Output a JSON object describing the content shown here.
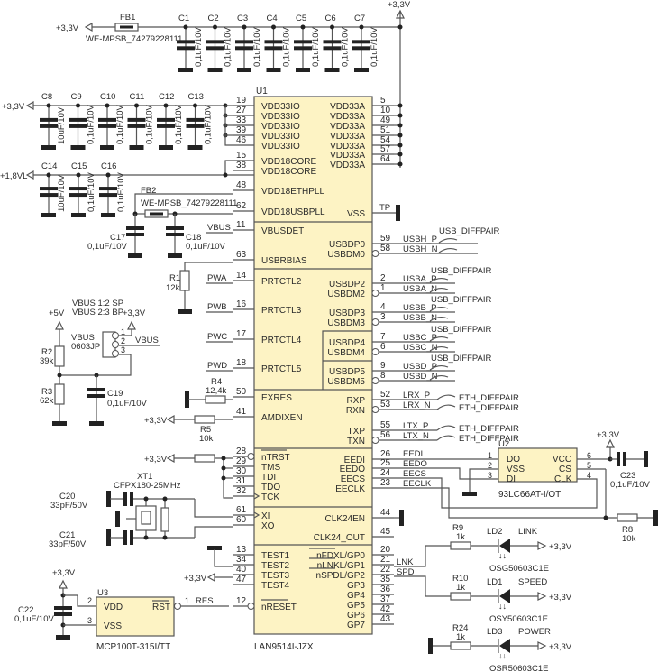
{
  "rails": {
    "v33": "+3,3V",
    "v18": "+1,8VL",
    "v5": "+5V"
  },
  "ferrites": {
    "fb1": {
      "ref": "FB1",
      "part": "WE-MPSB_74279228111"
    },
    "fb2": {
      "ref": "FB2",
      "part": "WE-MPSB_74279228111"
    }
  },
  "caps": {
    "top": [
      {
        "ref": "C1",
        "value": "0,1uF/10V"
      },
      {
        "ref": "C2",
        "value": "0,1uF/10V"
      },
      {
        "ref": "C3",
        "value": "0,1uF/10V"
      },
      {
        "ref": "C4",
        "value": "0,1uF/10V"
      },
      {
        "ref": "C5",
        "value": "0,1uF/10V"
      },
      {
        "ref": "C6",
        "value": "0,1uF/10V"
      },
      {
        "ref": "C7",
        "value": "0,1uF/10V"
      }
    ],
    "io": [
      {
        "ref": "C8",
        "value": "10uF/10V"
      },
      {
        "ref": "C9",
        "value": "0,1uF/10V"
      },
      {
        "ref": "C10",
        "value": "0,1uF/10V"
      },
      {
        "ref": "C11",
        "value": "0,1uF/10V"
      },
      {
        "ref": "C12",
        "value": "0,1uF/10V"
      },
      {
        "ref": "C13",
        "value": "0,1uF/10V"
      }
    ],
    "core": [
      {
        "ref": "C14",
        "value": "10uF/10V"
      },
      {
        "ref": "C15",
        "value": "0,1uF/10V"
      },
      {
        "ref": "C16",
        "value": "0,1uF/10V"
      }
    ],
    "c17": {
      "ref": "C17",
      "value": "0,1uF/10V"
    },
    "c18": {
      "ref": "C18",
      "value": "0,1uF/10V"
    },
    "c19": {
      "ref": "C19",
      "value": "0,1uF/10V"
    },
    "c20": {
      "ref": "C20",
      "value": "33pF/50V"
    },
    "c21": {
      "ref": "C21",
      "value": "33pF/50V"
    },
    "c22": {
      "ref": "C22",
      "value": "0,1uF/10V"
    },
    "c23": {
      "ref": "C23",
      "value": "0,1uF/10V"
    }
  },
  "resistors": {
    "r1": {
      "ref": "R1",
      "value": "12k"
    },
    "r2": {
      "ref": "R2",
      "value": "39k"
    },
    "r3": {
      "ref": "R3",
      "value": "62k"
    },
    "r4": {
      "ref": "R4",
      "value": "12,4k"
    },
    "r5": {
      "ref": "R5",
      "value": "10k"
    },
    "r8": {
      "ref": "R8",
      "value": "10k"
    },
    "r9": {
      "ref": "R9",
      "value": "1k"
    },
    "r10": {
      "ref": "R10",
      "value": "1k"
    },
    "r24": {
      "ref": "R24",
      "value": "1k"
    }
  },
  "u1": {
    "ref": "U1",
    "part": "LAN9514I-JZX",
    "left_pins": [
      {
        "num": "19",
        "name": "VDD33IO"
      },
      {
        "num": "27",
        "name": "VDD33IO"
      },
      {
        "num": "33",
        "name": "VDD33IO"
      },
      {
        "num": "39",
        "name": "VDD33IO"
      },
      {
        "num": "46",
        "name": "VDD33IO"
      },
      {
        "num": "15",
        "name": "VDD18CORE"
      },
      {
        "num": "38",
        "name": "VDD18CORE"
      },
      {
        "num": "48",
        "name": "VDD18ETHPLL"
      },
      {
        "num": "62",
        "name": "VDD18USBPLL"
      },
      {
        "num": "11",
        "name": "VBUSDET"
      },
      {
        "num": "63",
        "name": "USBRBIAS"
      },
      {
        "num": "14",
        "name": "PRTCTL2"
      },
      {
        "num": "16",
        "name": "PRTCTL3"
      },
      {
        "num": "17",
        "name": "PRTCTL4"
      },
      {
        "num": "18",
        "name": "PRTCTL5"
      },
      {
        "num": "50",
        "name": "EXRES"
      },
      {
        "num": "41",
        "name": "AMDIXEN"
      },
      {
        "num": "28",
        "name": "nTRST"
      },
      {
        "num": "29",
        "name": "TMS"
      },
      {
        "num": "30",
        "name": "TDI"
      },
      {
        "num": "31",
        "name": "TDO"
      },
      {
        "num": "32",
        "name": "TCK"
      },
      {
        "num": "61",
        "name": "XI"
      },
      {
        "num": "60",
        "name": "XO"
      },
      {
        "num": "13",
        "name": "TEST1"
      },
      {
        "num": "34",
        "name": "TEST2"
      },
      {
        "num": "40",
        "name": "TEST3"
      },
      {
        "num": "47",
        "name": "TEST4"
      },
      {
        "num": "12",
        "name": "nRESET"
      }
    ],
    "right_pins": [
      {
        "num": "5",
        "name": "VDD33A"
      },
      {
        "num": "10",
        "name": "VDD33A"
      },
      {
        "num": "49",
        "name": "VDD33A"
      },
      {
        "num": "51",
        "name": "VDD33A"
      },
      {
        "num": "54",
        "name": "VDD33A"
      },
      {
        "num": "57",
        "name": "VDD33A"
      },
      {
        "num": "64",
        "name": "VDD33A"
      },
      {
        "num": "",
        "name": "VSS"
      },
      {
        "num": "59",
        "name": "USBDP0"
      },
      {
        "num": "58",
        "name": "USBDM0"
      },
      {
        "num": "2",
        "name": "USBDP2"
      },
      {
        "num": "1",
        "name": "USBDM2"
      },
      {
        "num": "4",
        "name": "USBDP3"
      },
      {
        "num": "3",
        "name": "USBDM3"
      },
      {
        "num": "7",
        "name": "USBDP4"
      },
      {
        "num": "6",
        "name": "USBDM4"
      },
      {
        "num": "9",
        "name": "USBDP5"
      },
      {
        "num": "8",
        "name": "USBDM5"
      },
      {
        "num": "52",
        "name": "RXP"
      },
      {
        "num": "53",
        "name": "RXN"
      },
      {
        "num": "55",
        "name": "TXP"
      },
      {
        "num": "56",
        "name": "TXN"
      },
      {
        "num": "26",
        "name": "EEDI"
      },
      {
        "num": "25",
        "name": "EEDO"
      },
      {
        "num": "24",
        "name": "EECS"
      },
      {
        "num": "23",
        "name": "EECLK"
      },
      {
        "num": "44",
        "name": "CLK24EN"
      },
      {
        "num": "45",
        "name": "CLK24_OUT"
      },
      {
        "num": "20",
        "name": "nFDXL/GP0"
      },
      {
        "num": "21",
        "name": "nLNKL/GP1"
      },
      {
        "num": "22",
        "name": "nSPDL/GP2"
      },
      {
        "num": "35",
        "name": "GP3"
      },
      {
        "num": "36",
        "name": "GP4"
      },
      {
        "num": "37",
        "name": "GP5"
      },
      {
        "num": "42",
        "name": "GP6"
      },
      {
        "num": "43",
        "name": "GP7"
      }
    ]
  },
  "nets": {
    "tp": "TP",
    "vbus": "VBUS",
    "pwa": "PWA",
    "pwb": "PWB",
    "pwc": "PWC",
    "pwd": "PWD",
    "usb_pairs": [
      {
        "p": "USBH_P",
        "n": "USBH_N",
        "class": "USB_DIFFPAIR"
      },
      {
        "p": "USBA_P",
        "n": "USBA_N",
        "class": "USB_DIFFPAIR"
      },
      {
        "p": "USBB_P",
        "n": "USBB_N",
        "class": "USB_DIFFPAIR"
      },
      {
        "p": "USBC_P",
        "n": "USBC_N",
        "class": "USB_DIFFPAIR"
      },
      {
        "p": "USBD_P",
        "n": "USBD_N",
        "class": "USB_DIFFPAIR"
      }
    ],
    "eth": [
      {
        "net": "LRX_P",
        "class": "ETH_DIFFPAIR"
      },
      {
        "net": "LRX_N",
        "class": "ETH_DIFFPAIR"
      },
      {
        "net": "LTX_P",
        "class": "ETH_DIFFPAIR"
      },
      {
        "net": "LTX_N",
        "class": "ETH_DIFFPAIR"
      }
    ],
    "ee": [
      "EEDI",
      "EEDO",
      "EECS",
      "EECLK"
    ],
    "lnk": "LNK",
    "spd": "SPD",
    "res": "RES"
  },
  "jumper": {
    "ref": "VBUS",
    "part": "0603JP",
    "note1": "VBUS 1:2 SP",
    "note2": "VBUS 2:3 BP",
    "pins": [
      "1",
      "2",
      "3"
    ]
  },
  "xtal": {
    "ref": "XT1",
    "part": "CFPX180-25MHz"
  },
  "u2": {
    "ref": "U2",
    "part": "93LC66AT-I/OT",
    "left_pins": [
      {
        "num": "1",
        "name": "DO"
      },
      {
        "num": "2",
        "name": "VSS"
      },
      {
        "num": "3",
        "name": "DI"
      }
    ],
    "right_pins": [
      {
        "num": "6",
        "name": "VCC"
      },
      {
        "num": "5",
        "name": "CS"
      },
      {
        "num": "4",
        "name": "CLK"
      }
    ]
  },
  "u3": {
    "ref": "U3",
    "part": "MCP100T-315I/TT",
    "pins": [
      {
        "num": "2",
        "name": "VDD"
      },
      {
        "num": "3",
        "name": "VSS"
      },
      {
        "num": "1",
        "name": "RST"
      }
    ]
  },
  "leds": [
    {
      "ref": "LD2",
      "func": "LINK",
      "part": "OSG50603C1E"
    },
    {
      "ref": "LD1",
      "func": "SPEED",
      "part": "OSY50603C1E"
    },
    {
      "ref": "LD3",
      "func": "POWER",
      "part": "OSR50603C1E"
    }
  ]
}
